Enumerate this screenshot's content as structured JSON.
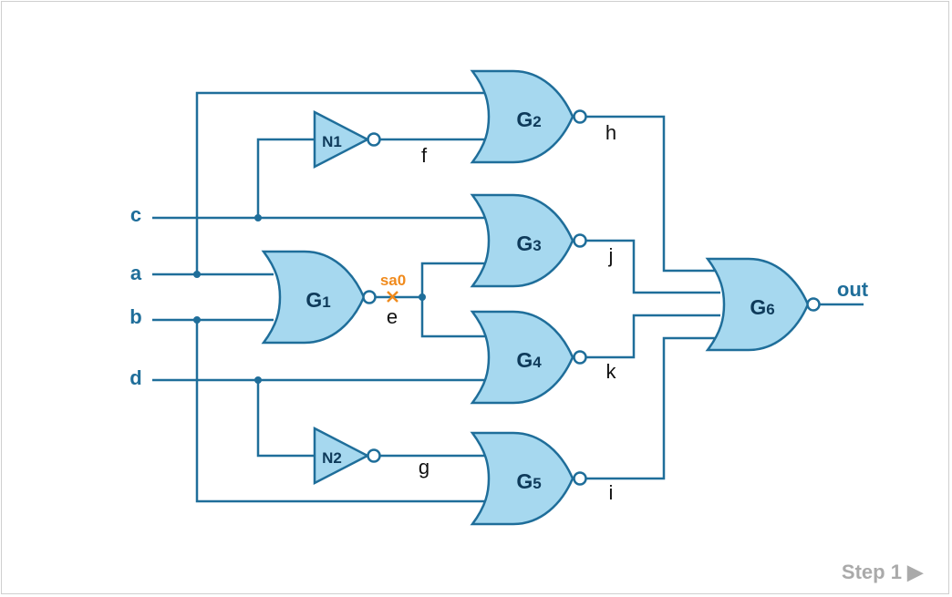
{
  "inputs": {
    "a": "a",
    "b": "b",
    "c": "c",
    "d": "d"
  },
  "output": "out",
  "gates": {
    "g1": "G1",
    "g2": "G2",
    "g3": "G3",
    "g4": "G4",
    "g5": "G5",
    "g6": "G6",
    "n1": "N1",
    "n2": "N2"
  },
  "nets": {
    "e": "e",
    "f": "f",
    "g": "g",
    "h": "h",
    "i": "i",
    "j": "j",
    "k": "k"
  },
  "fault": "sa0",
  "step": {
    "label": "Step 1",
    "arrow": "▶"
  }
}
